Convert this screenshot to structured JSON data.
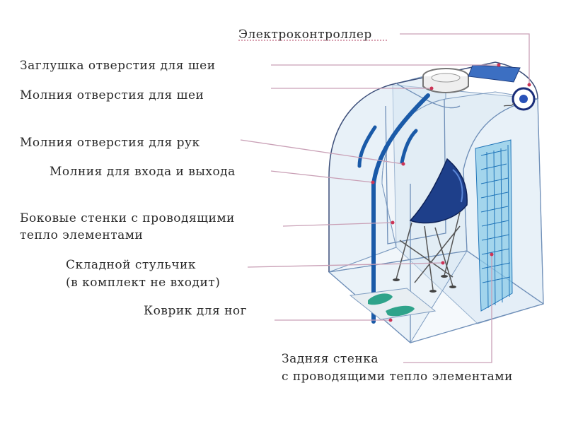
{
  "labels": {
    "controller": "Электроконтроллер",
    "neck_plug": "Заглушка отверстия для шеи",
    "neck_zipper": "Молния отверстия для шеи",
    "arm_zipper": "Молния отверстия для рук",
    "entry_zipper": "Молния для входа и выхода",
    "side_walls_line1": "Боковые стенки с проводящими",
    "side_walls_line2": "тепло элементами",
    "chair_line1": "Складной стульчик",
    "chair_line2": "(в комплект не входит)",
    "foot_mat": "Коврик для ног",
    "back_wall_line1": "Задняя стенка",
    "back_wall_line2": "с проводящими тепло элементами"
  },
  "colors": {
    "zipper": "#1a5aa8",
    "heater": "#8ccbe8",
    "leader_line": "#c9a0b6",
    "leader_dot": "#cc3355",
    "chair_seat": "#1e3f8a",
    "foot_prints": "#2fa38a"
  }
}
